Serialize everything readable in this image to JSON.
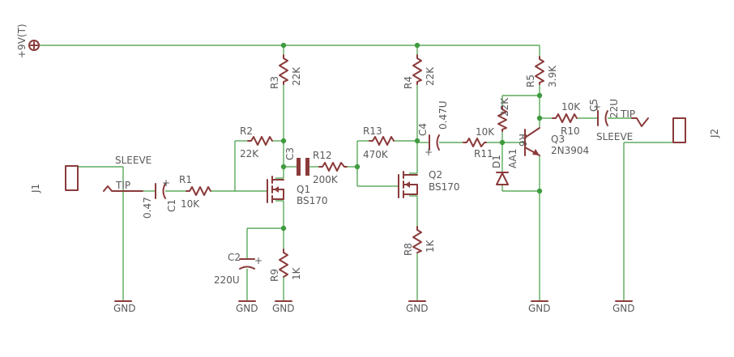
{
  "power": {
    "label": "+9V(T)"
  },
  "ground_label": "GND",
  "connectors": {
    "j1": {
      "name": "J1",
      "sleeve": "SLEEVE",
      "tip": "TIP"
    },
    "j2": {
      "name": "J2",
      "sleeve": "SLEEVE",
      "tip": "TIP"
    }
  },
  "resistors": {
    "r1": {
      "name": "R1",
      "value": "10K"
    },
    "r2": {
      "name": "R2",
      "value": "22K"
    },
    "r3": {
      "name": "R3",
      "value": "22K"
    },
    "r4": {
      "name": "R4",
      "value": "22K"
    },
    "r5": {
      "name": "R5",
      "value": "3.9K"
    },
    "r6": {
      "name": "R6",
      "value": "22K"
    },
    "r8": {
      "name": "R8",
      "value": "1K"
    },
    "r9": {
      "name": "R9",
      "value": "1K"
    },
    "r10": {
      "name": "R10",
      "value": "10K"
    },
    "r11": {
      "name": "R11",
      "value": "10K"
    },
    "r12": {
      "name": "R12",
      "value": "200K"
    },
    "r13": {
      "name": "R13",
      "value": "470K"
    }
  },
  "capacitors": {
    "c1": {
      "name": "C1",
      "value": "0.47"
    },
    "c2": {
      "name": "C2",
      "value": "220U"
    },
    "c3": {
      "name": "C3"
    },
    "c4": {
      "name": "C4",
      "value": "0.47U"
    },
    "c5": {
      "name": "C5",
      "value": "22U"
    }
  },
  "transistors": {
    "q1": {
      "name": "Q1",
      "part": "BS170"
    },
    "q2": {
      "name": "Q2",
      "part": "BS170"
    },
    "q3": {
      "name": "Q3",
      "part": "2N3904"
    }
  },
  "diodes": {
    "d1": {
      "name": "D1",
      "part": "AA1"
    }
  }
}
